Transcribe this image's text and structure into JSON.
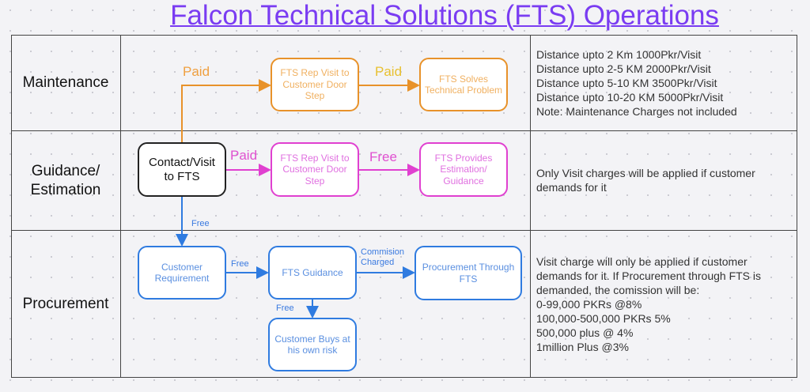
{
  "title": "Falcon Technical Solutions (FTS) Operations",
  "rows": {
    "maintenance": "Maintenance",
    "guidance": "Guidance/ Estimation",
    "procurement": "Procurement"
  },
  "boxes": {
    "contact": "Contact/Visit to FTS",
    "maint_visit": "FTS Rep Visit to Customer Door Step",
    "maint_solve": "FTS Solves Technical Problem",
    "guide_visit": "FTS Rep Visit to Customer Door Step",
    "guide_provide": "FTS Provides Estimation/ Guidance",
    "cust_req": "Customer Requirement",
    "fts_guidance": "FTS Guidance",
    "proc_through": "Procurement Through FTS",
    "cust_buys": "Customer Buys at his own risk"
  },
  "edges": {
    "maint_paid1": "Paid",
    "maint_paid2": "Paid",
    "guide_paid": "Paid",
    "guide_free": "Free",
    "down_free": "Free",
    "req_free": "Free",
    "commission": "Commision Charged",
    "buys_free": "Free"
  },
  "notes": {
    "maintenance": [
      "Distance upto 2 Km 1000Pkr/Visit",
      "Distance upto 2-5 KM  2000Pkr/Visit",
      "Distance upto 5-10 KM  3500Pkr/Visit",
      "Distance upto 10-20 KM  5000Pkr/Visit",
      "Note: Maintenance Charges not included"
    ],
    "guidance": "Only Visit charges will be applied if customer demands for it",
    "procurement": [
      "Visit charge will only be applied if customer demands for it. If Procurement through FTS is demanded, the comission will be:",
      "0-99,000 PKRs @8%",
      "100,000-500,000 PKRs 5%",
      "500,000 plus @ 4%",
      "1million Plus @3%"
    ]
  },
  "colors": {
    "title": "#7a3cf2",
    "orange": "#e8922a",
    "pink": "#e040d0",
    "blue": "#2f7be0"
  }
}
